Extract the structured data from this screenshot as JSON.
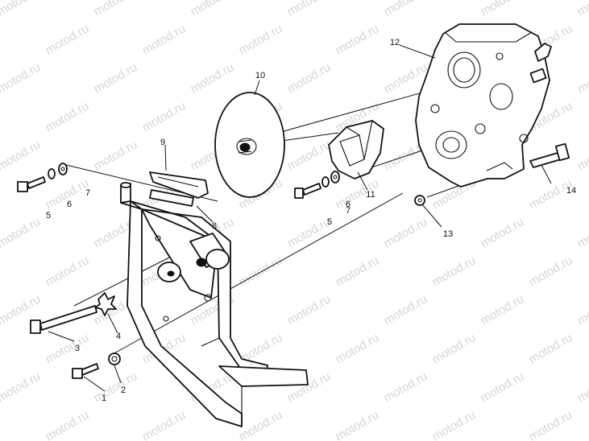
{
  "watermark": {
    "text": "motod.ru"
  },
  "callouts": {
    "c1": "1",
    "c2": "2",
    "c3": "3",
    "c4": "4",
    "c5a": "5",
    "c5b": "5",
    "c6a": "6",
    "c6b": "6",
    "c7a": "7",
    "c7b": "7",
    "c8": "8",
    "c9": "9",
    "c10": "10",
    "c11": "11",
    "c12": "12",
    "c13": "13",
    "c14": "14"
  }
}
